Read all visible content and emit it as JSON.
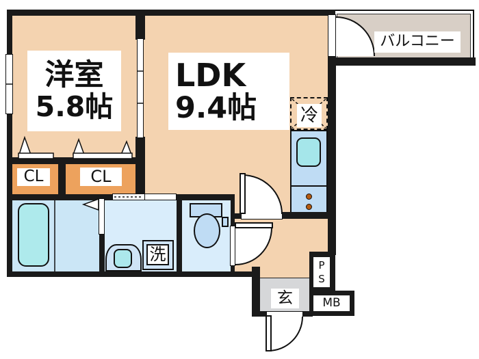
{
  "floorplan": {
    "rooms": {
      "western_room": {
        "name": "洋室",
        "area": "5.8帖"
      },
      "ldk": {
        "name": "LDK",
        "area": "9.4帖"
      },
      "balcony": {
        "label": "バルコニー"
      },
      "closet_left": {
        "label": "CL"
      },
      "closet_right": {
        "label": "CL"
      },
      "refrigerator": {
        "label": "冷"
      },
      "washing_machine": {
        "label": "洗"
      },
      "entrance": {
        "label": "玄"
      },
      "pipe_space": {
        "label": "PS"
      },
      "meter_box": {
        "label": "MB"
      }
    },
    "colors": {
      "room_floor": "#f4d3b0",
      "closet": "#eda25d",
      "wet_area": "#d9edfb",
      "bath": "#cbe6f6",
      "tub": "#aeeaec",
      "kitchen_counter": "#bfdcf4",
      "sink": "#a5e6ea",
      "burner": "#b55a10",
      "balcony_floor": "#d8cfc6",
      "entrance_floor": "#d6d7d9",
      "wall": "#1a1a1a"
    }
  }
}
